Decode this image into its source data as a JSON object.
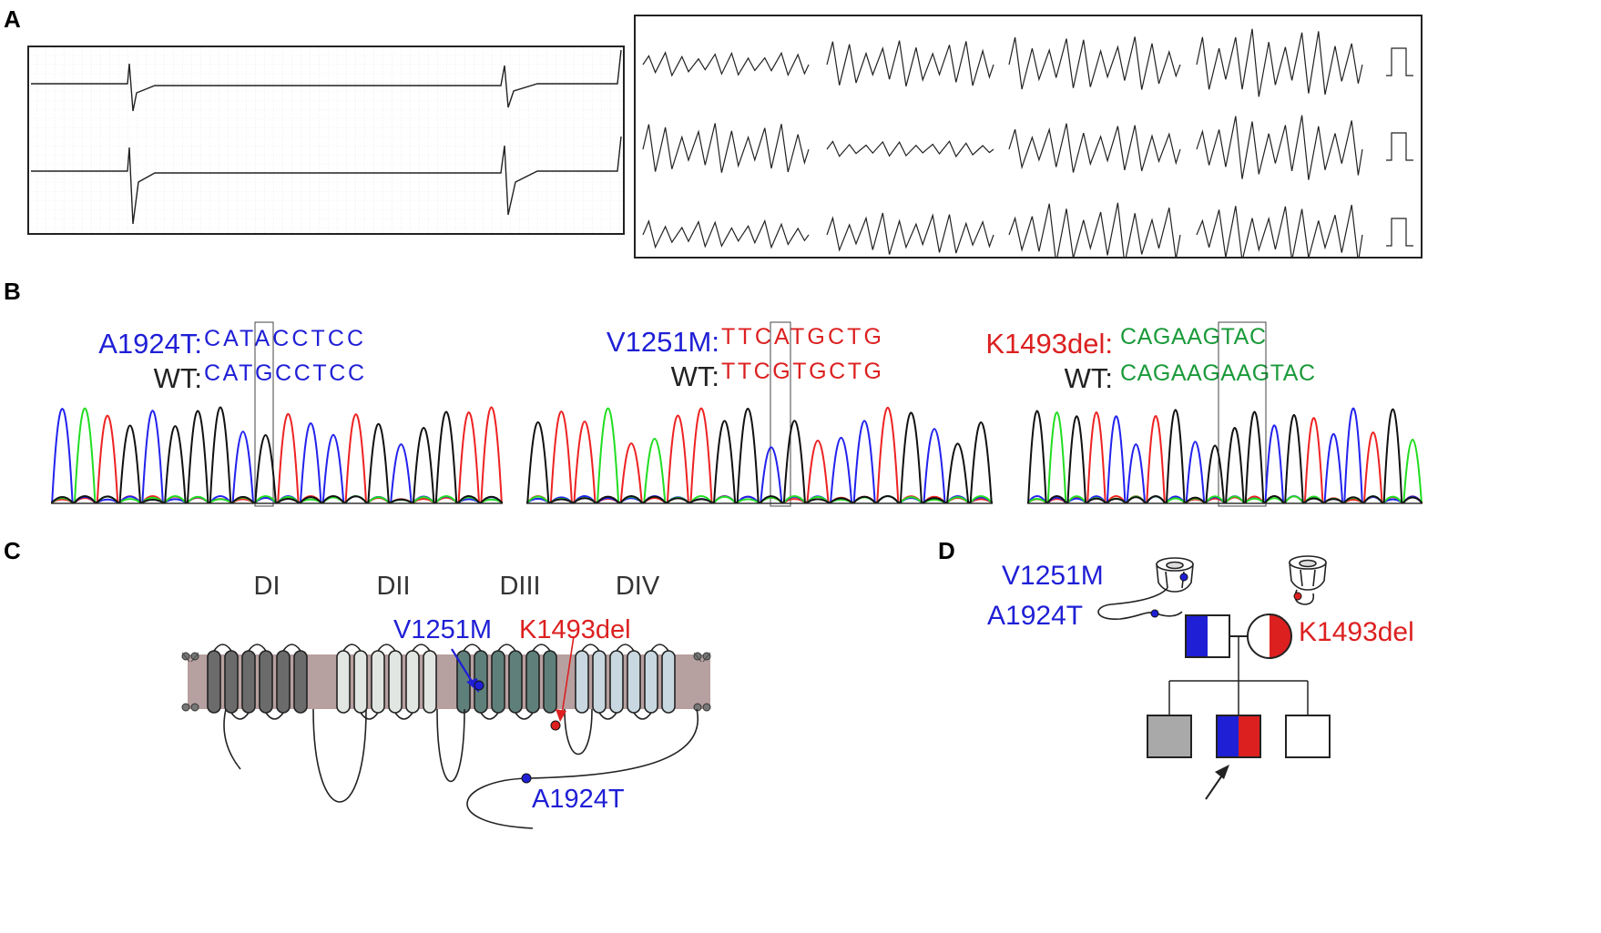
{
  "panels": {
    "a": "A",
    "b": "B",
    "c": "C",
    "d": "D"
  },
  "colors": {
    "blue": "#1f1fd6",
    "red": "#dc2020",
    "green": "#1a9a3a",
    "dark": "#222222",
    "trace_red": "#ee2222",
    "trace_blue": "#2222ee",
    "trace_green": "#22dd22",
    "trace_black": "#111111"
  },
  "sequencing": [
    {
      "mutation_label": "A1924T:",
      "mutant_seq": "CATACCTCC",
      "wt_label": "WT:",
      "wt_seq": "CATGCCTCC",
      "label_color": "blue"
    },
    {
      "mutation_label": "V1251M:",
      "mutant_seq": "TTCATGCTG",
      "wt_label": "WT:",
      "wt_seq": "TTCGTGCTG",
      "label_color": "blue"
    },
    {
      "mutation_label": "K1493del:",
      "mutant_seq": "CAGAAGTAC",
      "wt_label": "WT:",
      "wt_seq": "CAGAAGAAGTAC",
      "label_color": "red"
    }
  ],
  "channel": {
    "domains": [
      "DI",
      "DII",
      "DIII",
      "DIV"
    ],
    "v1251m": "V1251M",
    "k1493del": "K1493del",
    "a1924t": "A1924T"
  },
  "pedigree": {
    "v1251m": "V1251M",
    "a1924t": "A1924T",
    "k1493del": "K1493del"
  }
}
